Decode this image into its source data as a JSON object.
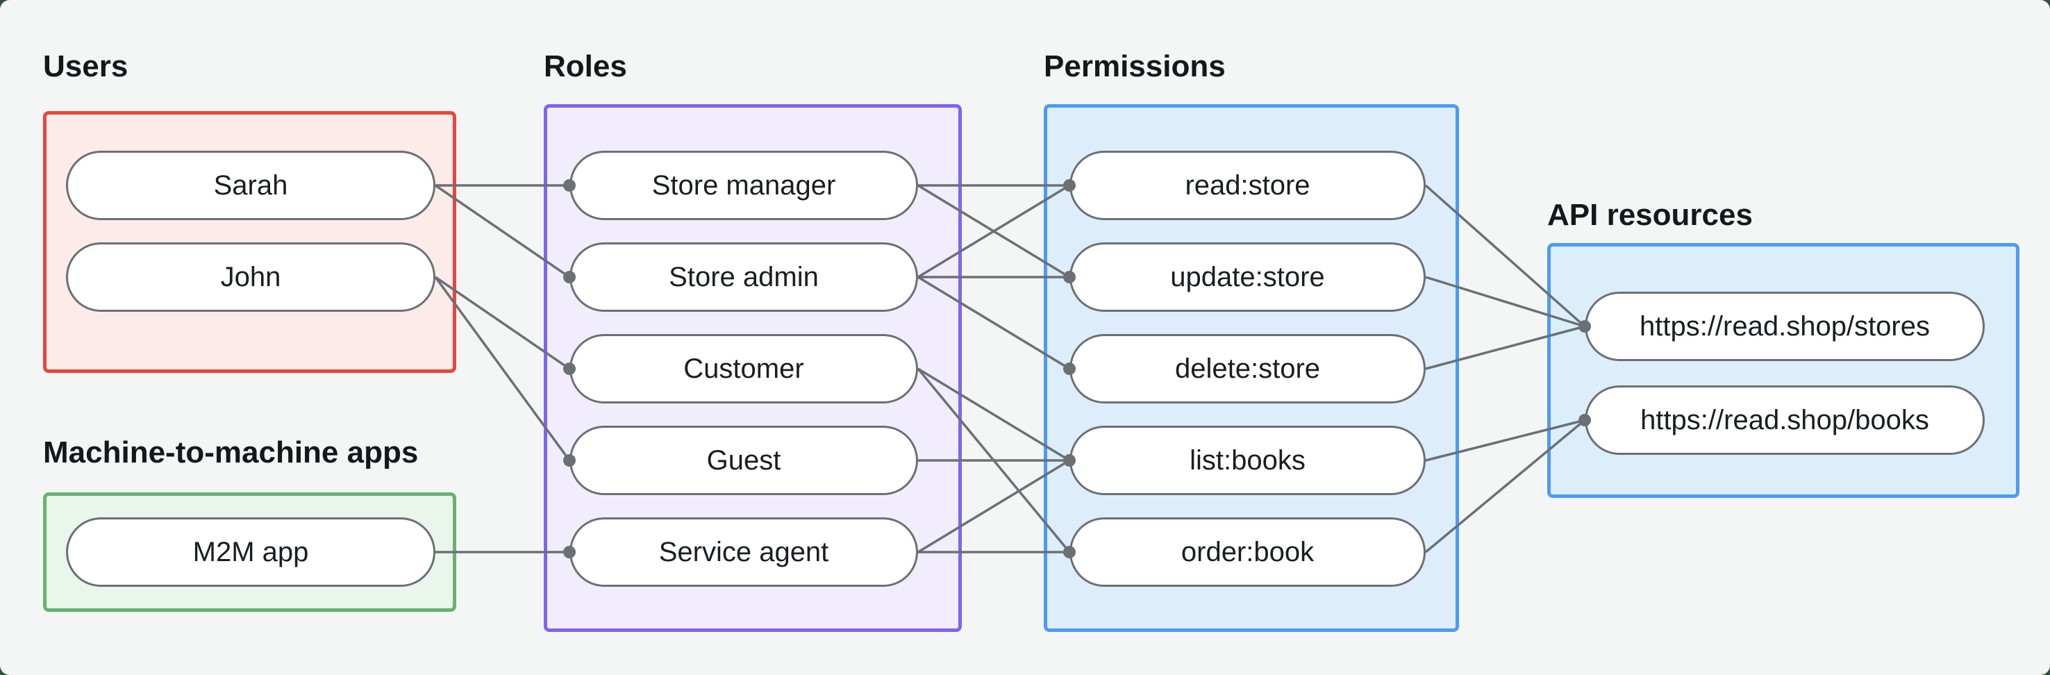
{
  "colors": {
    "backdrop": "#34503f",
    "canvas_background": "#f4f6f5",
    "pill_background": "#ffffff",
    "pill_border": "#6b7074",
    "connector": "#6b7074",
    "connector_dot": "#6b7074",
    "label_text": "#14181b",
    "node_text": "#1a1d21"
  },
  "groups": [
    {
      "id": "users",
      "label": "Users",
      "border_color": "#e8453c",
      "fill_color": "#fcebe9",
      "nodes": [
        {
          "id": "sarah",
          "label": "Sarah"
        },
        {
          "id": "john",
          "label": "John"
        }
      ]
    },
    {
      "id": "m2m",
      "label": "Machine-to-machine apps",
      "border_color": "#64b46d",
      "fill_color": "#eaf6eb",
      "nodes": [
        {
          "id": "m2m_app",
          "label": "M2M app"
        }
      ]
    },
    {
      "id": "roles",
      "label": "Roles",
      "border_color": "#8163f3",
      "fill_color": "#f2edfc",
      "nodes": [
        {
          "id": "store_manager",
          "label": "Store manager"
        },
        {
          "id": "store_admin",
          "label": "Store admin"
        },
        {
          "id": "customer",
          "label": "Customer"
        },
        {
          "id": "guest",
          "label": "Guest"
        },
        {
          "id": "service_agent",
          "label": "Service agent"
        }
      ]
    },
    {
      "id": "permissions",
      "label": "Permissions",
      "border_color": "#4b9bf7",
      "fill_color": "#deedfc",
      "nodes": [
        {
          "id": "read_store",
          "label": "read:store"
        },
        {
          "id": "update_store",
          "label": "update:store"
        },
        {
          "id": "delete_store",
          "label": "delete:store"
        },
        {
          "id": "list_books",
          "label": "list:books"
        },
        {
          "id": "order_book",
          "label": "order:book"
        }
      ]
    },
    {
      "id": "api",
      "label": "API resources",
      "border_color": "#4b9bf7",
      "fill_color": "#ddeefb",
      "nodes": [
        {
          "id": "stores",
          "label": "https://read.shop/stores"
        },
        {
          "id": "books",
          "label": "https://read.shop/books"
        }
      ]
    }
  ],
  "edges": [
    {
      "from": "sarah",
      "to": "store_manager"
    },
    {
      "from": "sarah",
      "to": "store_admin"
    },
    {
      "from": "john",
      "to": "customer"
    },
    {
      "from": "john",
      "to": "guest"
    },
    {
      "from": "m2m_app",
      "to": "service_agent"
    },
    {
      "from": "store_manager",
      "to": "read_store"
    },
    {
      "from": "store_manager",
      "to": "update_store"
    },
    {
      "from": "store_admin",
      "to": "read_store"
    },
    {
      "from": "store_admin",
      "to": "update_store"
    },
    {
      "from": "store_admin",
      "to": "delete_store"
    },
    {
      "from": "customer",
      "to": "list_books"
    },
    {
      "from": "customer",
      "to": "order_book"
    },
    {
      "from": "guest",
      "to": "list_books"
    },
    {
      "from": "service_agent",
      "to": "list_books"
    },
    {
      "from": "service_agent",
      "to": "order_book"
    },
    {
      "from": "read_store",
      "to": "stores"
    },
    {
      "from": "update_store",
      "to": "stores"
    },
    {
      "from": "delete_store",
      "to": "stores"
    },
    {
      "from": "list_books",
      "to": "books"
    },
    {
      "from": "order_book",
      "to": "books"
    }
  ]
}
